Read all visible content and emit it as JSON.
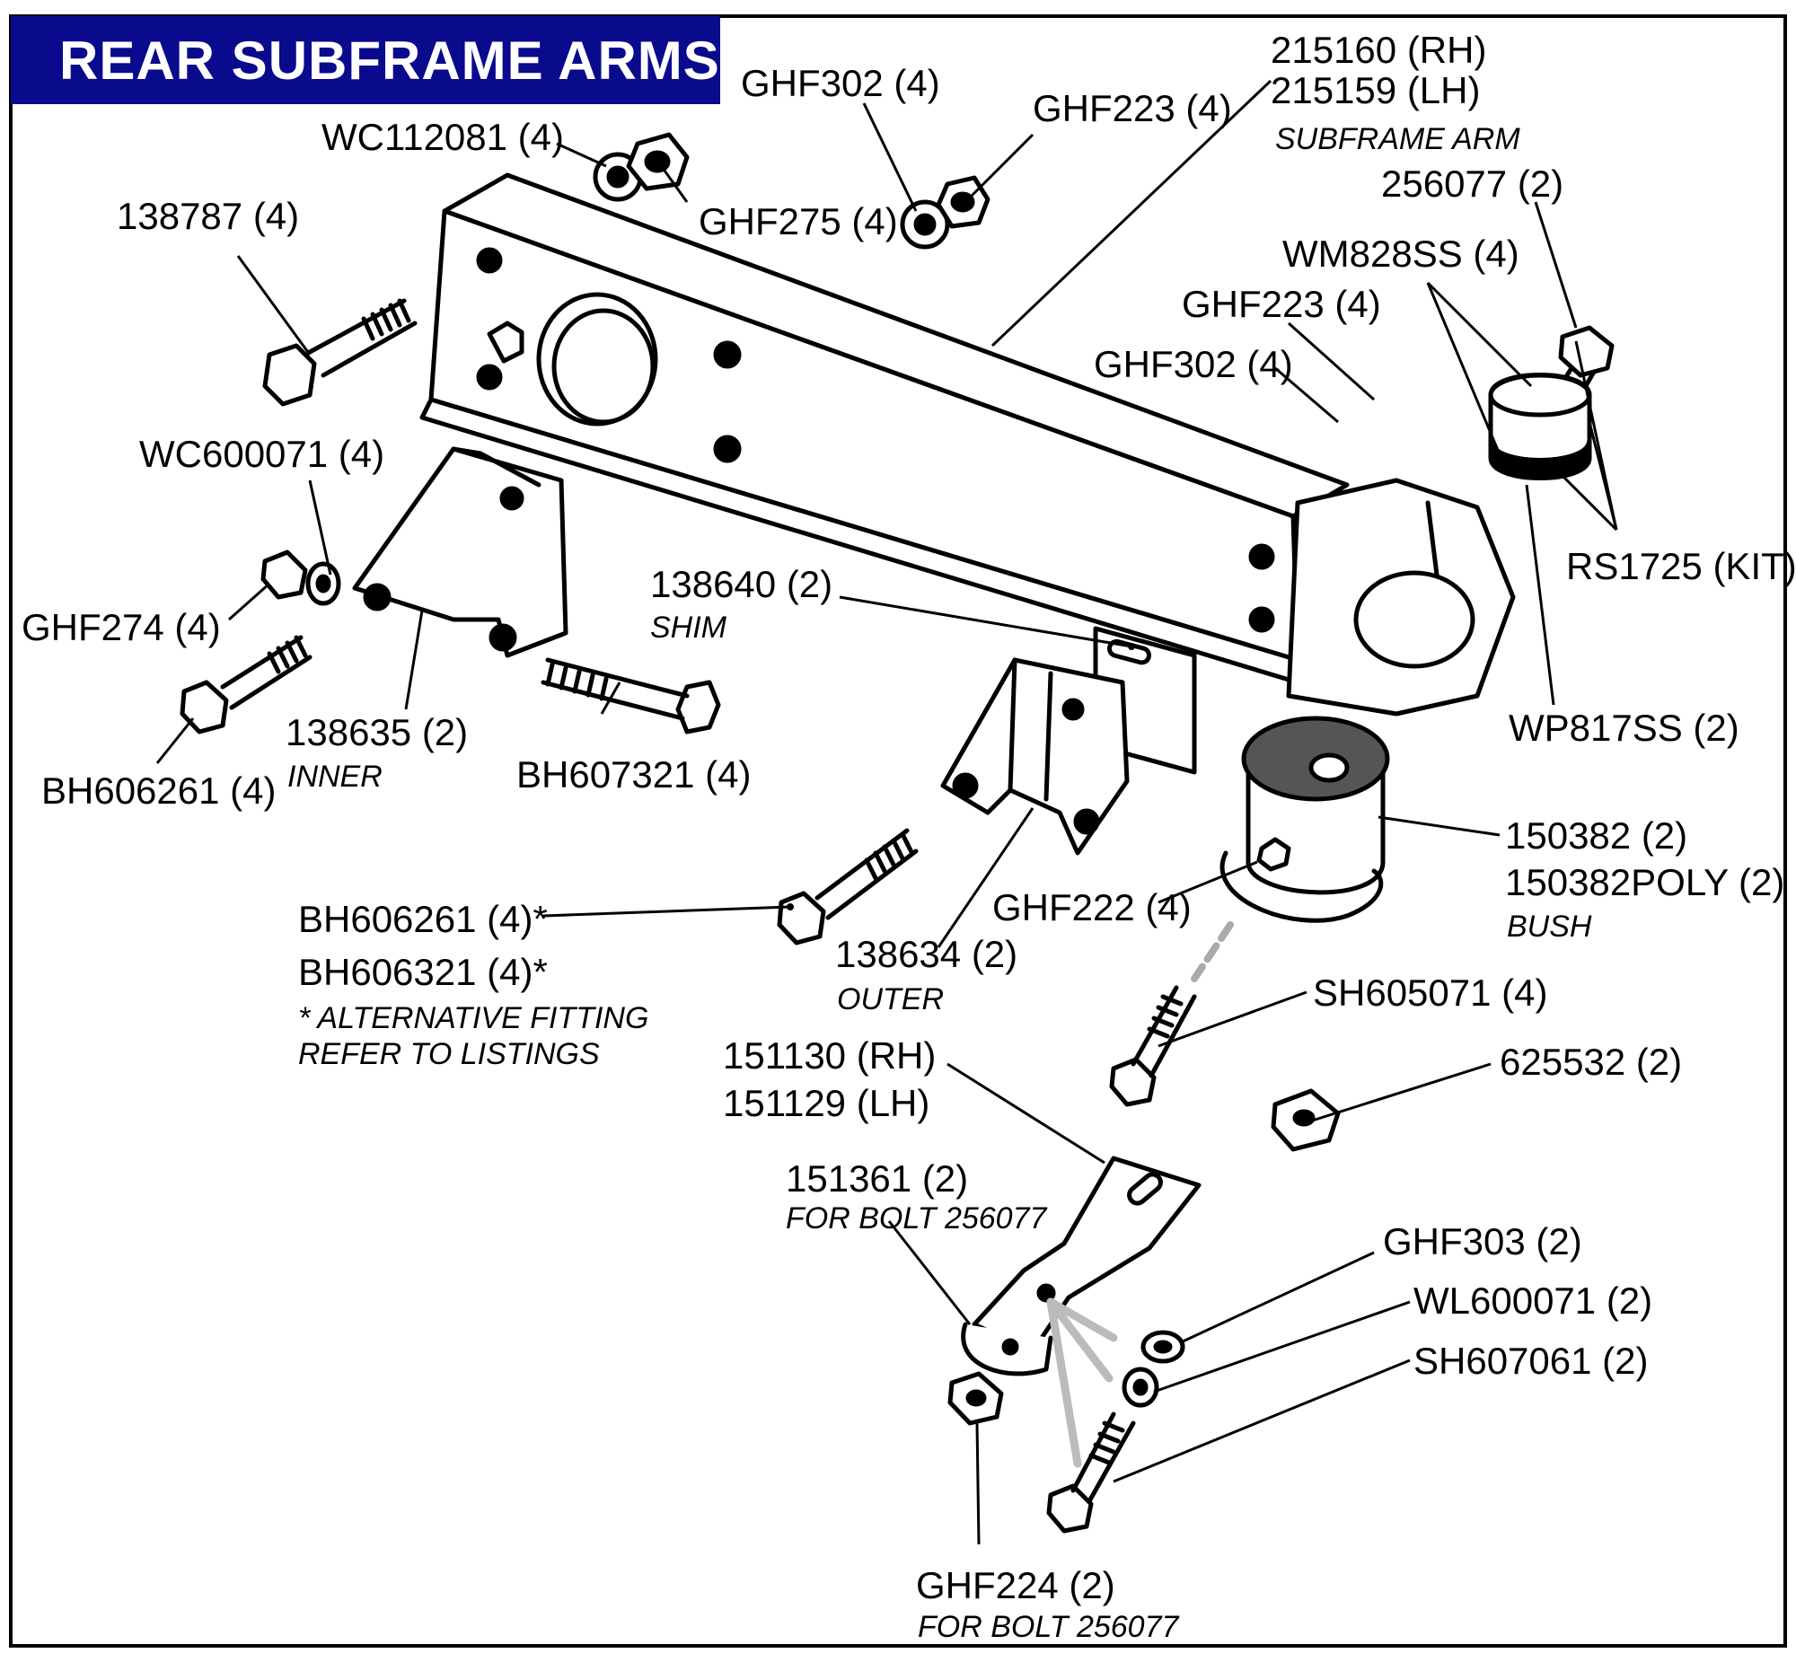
{
  "title": "REAR SUBFRAME ARMS",
  "colors": {
    "title_bg": "#0a0a8c",
    "title_text": "#ffffff",
    "line": "#000000"
  },
  "labels": {
    "l215160": "215160 (RH)",
    "l215159": "215159 (LH)",
    "subframe_arm": "SUBFRAME ARM",
    "ghf302_top": "GHF302 (4)",
    "ghf223_top": "GHF223 (4)",
    "wc112081": "WC112081 (4)",
    "ghf275": "GHF275 (4)",
    "l138787": "138787 (4)",
    "l256077": "256077 (2)",
    "wm828ss": "WM828SS (4)",
    "ghf223_mid": "GHF223 (4)",
    "ghf302_mid": "GHF302 (4)",
    "wc600071": "WC600071 (4)",
    "rs1725": "RS1725 (KIT)",
    "l138640": "138640 (2)",
    "shim": "SHIM",
    "ghf274": "GHF274 (4)",
    "wp817ss": "WP817SS (2)",
    "l138635": "138635 (2)",
    "inner": "INNER",
    "bh607321": "BH607321 (4)",
    "bh606261_left": "BH606261 (4)",
    "l150382": "150382 (2)",
    "l150382poly": "150382POLY (2)",
    "bush": "BUSH",
    "bh606261_alt": "BH606261 (4)*",
    "ghf222": "GHF222 (4)",
    "bh606321": "BH606321 (4)*",
    "l138634": "138634 (2)",
    "outer": "OUTER",
    "alt1": "* ALTERNATIVE FITTING",
    "alt2": "REFER TO LISTINGS",
    "sh605071": "SH605071 (4)",
    "l151130": "151130 (RH)",
    "l151129": "151129 (LH)",
    "l625532": "625532 (2)",
    "l151361": "151361 (2)",
    "forbolt1": "FOR BOLT 256077",
    "ghf303": "GHF303 (2)",
    "wl600071": "WL600071 (2)",
    "sh607061": "SH607061 (2)",
    "ghf224": "GHF224 (2)",
    "forbolt2": "FOR BOLT 256077"
  }
}
